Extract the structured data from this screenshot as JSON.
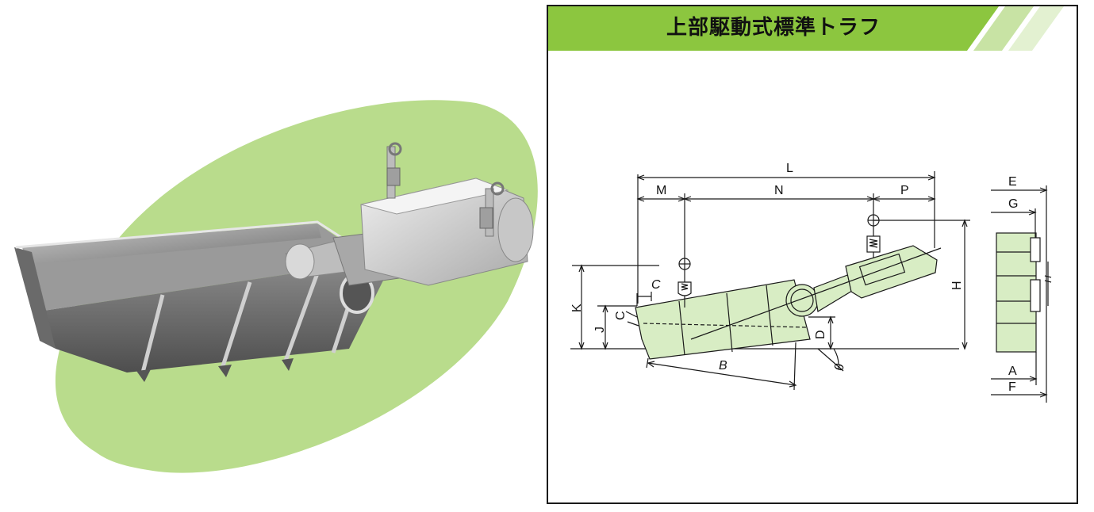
{
  "panel": {
    "title": "上部駆動式標準トラフ"
  },
  "colors": {
    "accent_green": "#8cc63f",
    "blob_green": "#b9dc8c",
    "part_fill": "#d8edc4",
    "line": "#1a1a1a"
  },
  "dimensions": {
    "L": "L",
    "M": "M",
    "N": "N",
    "P": "P",
    "C_top": "C",
    "C_side": "C",
    "K": "K",
    "J": "J",
    "B": "B",
    "D": "D",
    "theta": "θ",
    "H": "H",
    "E": "E",
    "G": "G",
    "A": "A",
    "F": "F"
  }
}
